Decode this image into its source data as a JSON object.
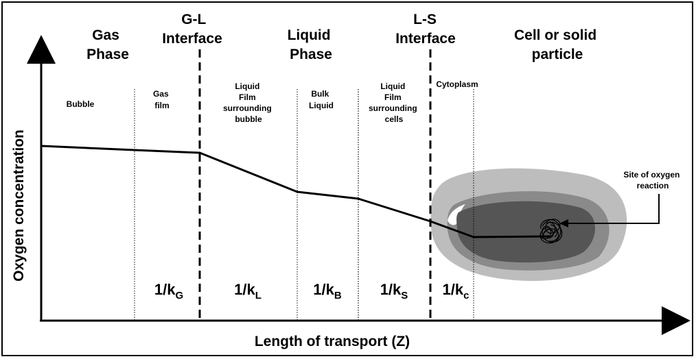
{
  "phases": {
    "gas": [
      "Gas",
      "Phase"
    ],
    "gl_interface": [
      "G-L",
      "Interface"
    ],
    "liquid": [
      "Liquid",
      "Phase"
    ],
    "ls_interface": [
      "L-S",
      "Interface"
    ],
    "cell": [
      "Cell or solid",
      "particle"
    ]
  },
  "regions": {
    "bubble": [
      "Bubble"
    ],
    "gas_film": [
      "Gas",
      "film"
    ],
    "liquid_film_bubble": [
      "Liquid",
      "Film",
      "surrounding",
      "bubble"
    ],
    "bulk_liquid": [
      "Bulk",
      "Liquid"
    ],
    "liquid_film_cells": [
      "Liquid",
      "Film",
      "surrounding",
      "cells"
    ],
    "cytoplasm": [
      "Cytoplasm"
    ]
  },
  "resistances": [
    {
      "base": "1/k",
      "sub": "G"
    },
    {
      "base": "1/k",
      "sub": "L"
    },
    {
      "base": "1/k",
      "sub": "B"
    },
    {
      "base": "1/k",
      "sub": "S"
    },
    {
      "base": "1/k",
      "sub": "c"
    }
  ],
  "reaction_site": [
    "Site of oxygen",
    "reaction"
  ],
  "axes": {
    "x_label": "Length of transport (Z)",
    "y_label": "Oxygen concentration"
  },
  "colors": {
    "outer_halo": "#bdbdbd",
    "membrane": "#8a8a8a",
    "cytoplasm": "#555555",
    "line": "#000000"
  }
}
